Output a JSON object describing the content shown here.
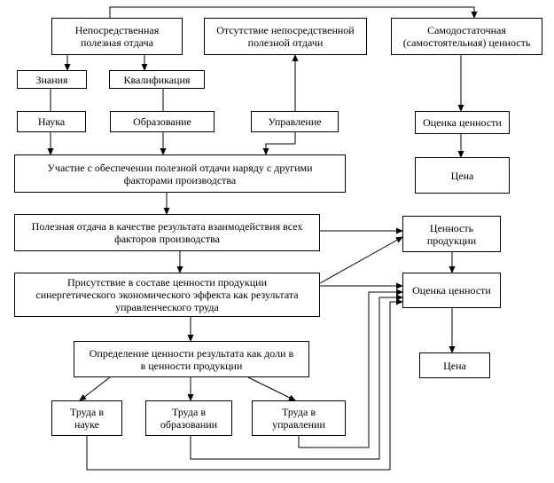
{
  "nodes": {
    "direct_return": "Непосредственная\nполезная отдача",
    "no_direct_return": "Отсутствие непосредственной\nполезной отдачи",
    "self_value": "Самодостаточная\n(самостоятельная) ценность",
    "knowledge": "Знания",
    "qualification": "Квалификация",
    "science": "Наука",
    "education": "Образование",
    "management": "Управление",
    "value_assessment_top": "Оценка ценности",
    "participation": "Участие с обеспечении полезной отдачи наряду с другими\nфакторами производства",
    "price_top": "Цена",
    "interaction_result": "Полезная отдача в качестве результата взаимодействия всех\nфакторов производства",
    "product_value": "Ценность\nпродукции",
    "synergy": "Присутствие в составе ценности продукции\nсинергетического экономического эффекта как результата\nуправленческого труда",
    "value_assessment_bottom": "Оценка ценности",
    "share_value": "Определение ценности результата как доли в\nв ценности продукции",
    "price_bottom": "Цена",
    "labor_science": "Труда в\nнауке",
    "labor_education": "Труда в\nобразовании",
    "labor_management": "Труда в\nуправлении"
  }
}
